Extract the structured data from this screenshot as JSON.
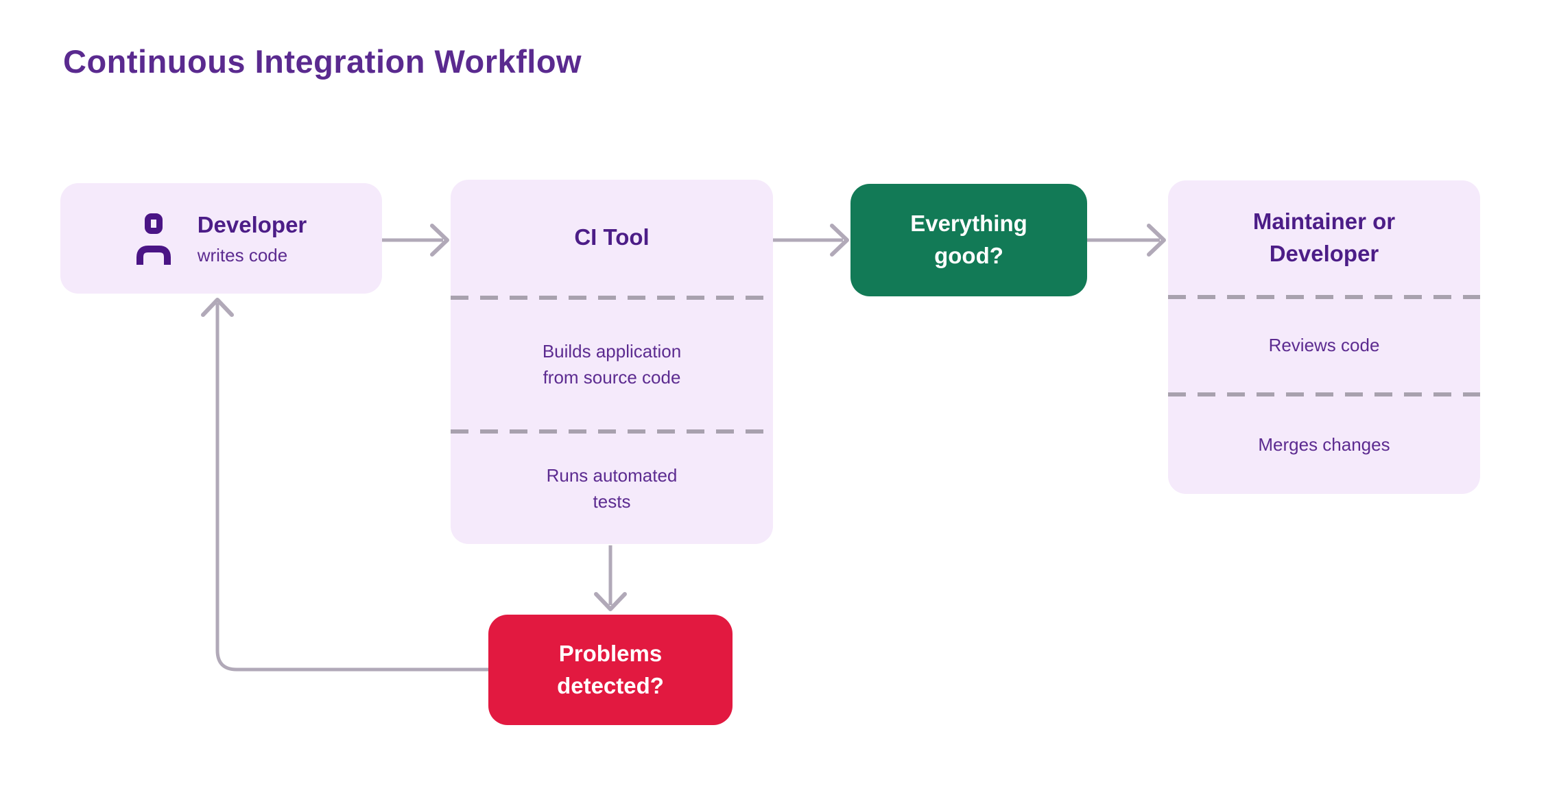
{
  "title": "Continuous Integration Workflow",
  "colors": {
    "title_text": "#5A2A8F",
    "node_bg_lavender": "#F5EAFB",
    "node_heading_text": "#4C1D87",
    "node_body_text": "#5C2B90",
    "decision_green": "#127A56",
    "decision_red": "#E21940",
    "decision_text": "#FFFFFF",
    "arrow_gray": "#B1A9B8",
    "divider_dash_gray": "#A8A1AE",
    "person_icon_purple": "#4A1485"
  },
  "nodes": {
    "developer": {
      "icon": "person-icon",
      "title": "Developer",
      "subtitle": "writes code"
    },
    "ci_tool": {
      "title": "CI Tool",
      "steps": [
        {
          "lines": [
            "Builds application",
            "from source code"
          ]
        },
        {
          "lines": [
            "Runs automated",
            "tests"
          ]
        }
      ]
    },
    "everything_good": {
      "lines": [
        "Everything",
        "good?"
      ]
    },
    "maintainer": {
      "title_lines": [
        "Maintainer or",
        "Developer"
      ],
      "steps": [
        "Reviews code",
        "Merges changes"
      ]
    },
    "problems_detected": {
      "lines": [
        "Problems",
        "detected?"
      ]
    }
  },
  "connectors": [
    "developer-to-ci-tool",
    "ci-tool-to-everything-good",
    "everything-good-to-maintainer",
    "ci-tool-to-problems-detected",
    "problems-detected-to-developer"
  ]
}
